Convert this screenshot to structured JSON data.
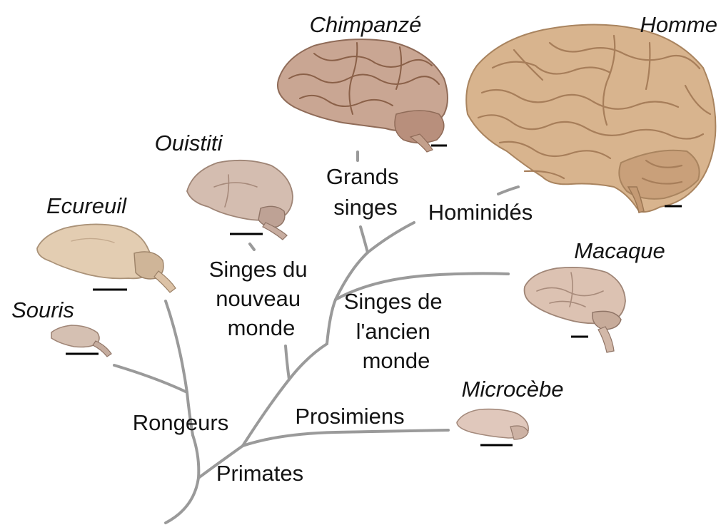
{
  "species": {
    "chimpanze": "Chimpanzé",
    "homme": "Homme",
    "ouistiti": "Ouistiti",
    "ecureuil": "Ecureuil",
    "souris": "Souris",
    "macaque": "Macaque",
    "microcebe": "Microcèbe"
  },
  "groups": {
    "grands_singes": [
      "Grands",
      "singes"
    ],
    "hominides": "Hominidés",
    "singes_nouveau_monde": [
      "Singes du",
      "nouveau",
      "monde"
    ],
    "singes_ancien_monde": [
      "Singes de",
      "l'ancien",
      "monde"
    ],
    "prosimiens": "Prosimiens",
    "rongeurs": "Rongeurs",
    "primates": "Primates"
  },
  "colors": {
    "branch": "#9a9a9a",
    "human_brain": "#d8b48e",
    "chimp_brain": "#c9a693",
    "small_brain_pink": "#dcc2b2",
    "rodent_brain": "#e3cdb2"
  }
}
